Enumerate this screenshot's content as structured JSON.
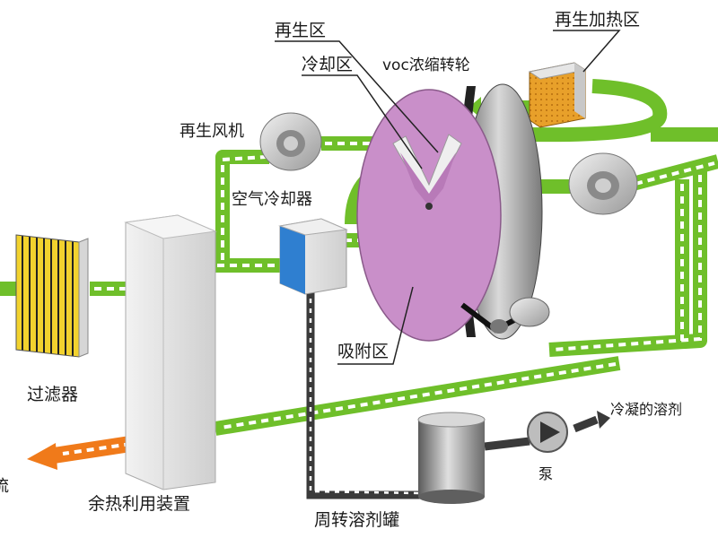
{
  "labels": {
    "regen_zone": "再生区",
    "cooling_zone": "冷却区",
    "voc_wheel": "voc浓缩转轮",
    "regen_heating_zone": "再生加热区",
    "regen_fan": "再生风机",
    "air_cooler": "空气冷却器",
    "adsorption_zone": "吸附区",
    "filter": "过滤器",
    "heat_recovery": "余热利用装置",
    "solvent_tank": "周转溶剂罐",
    "pump": "泵",
    "condensed_solvent": "冷凝的溶剂",
    "cut_left_char": "流"
  },
  "colors": {
    "flow_green": "#6fbf2a",
    "flow_orange": "#f07a1a",
    "flow_dark": "#3a3a3a",
    "wheel_face": "#c98fc9",
    "cooler_blue": "#2f7fd0",
    "filter_yellow": "#f2d22e",
    "heater_orange": "#e8a02a"
  }
}
